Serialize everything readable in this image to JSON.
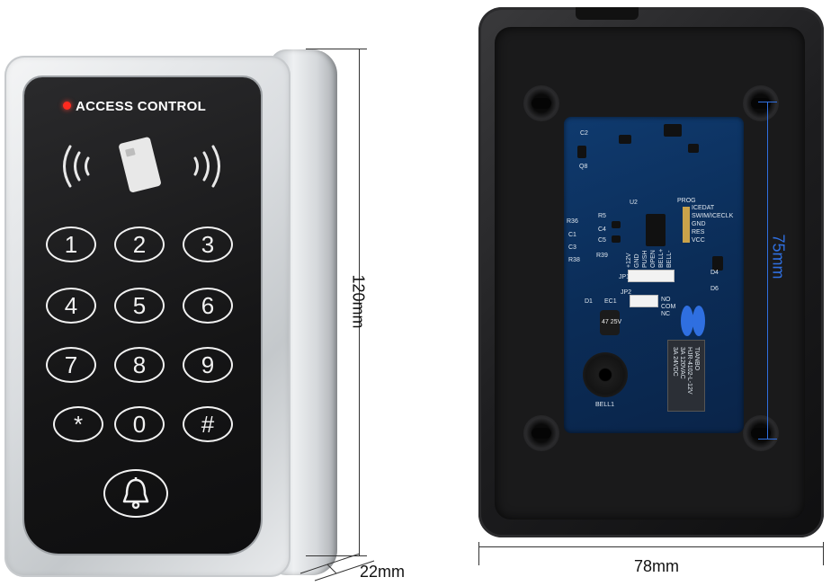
{
  "front": {
    "brand_label": "ACCESS CONTROL",
    "keys": [
      "1",
      "2",
      "3",
      "4",
      "5",
      "6",
      "7",
      "8",
      "9",
      "*",
      "0",
      "#"
    ],
    "bell_icon": "bell-icon",
    "rfid_icon": "rfid-card-icon"
  },
  "dimensions": {
    "height_label": "120mm",
    "depth_label": "22mm",
    "width_label": "78mm",
    "screw_span_label": "75mm"
  },
  "pcb": {
    "relay_brand": "TIANBO",
    "relay_model": "HJR-4102-L-12V",
    "relay_rating_1": "3A 120VAC",
    "relay_rating_2": "3A 24VDC",
    "prog_header": "PROG",
    "prog_pins": [
      "ICEDAT",
      "SWIM/ICECLK",
      "GND",
      "RES",
      "VCC"
    ],
    "terminal_pins": [
      "+12V",
      "GND",
      "PUSH",
      "OPEN",
      "BELL+",
      "BELL-"
    ],
    "relay_pins": [
      "NO",
      "COM",
      "NC"
    ],
    "buzzer_label": "BELL1",
    "cap_label": "47 25V",
    "refs": [
      "U2",
      "JP1",
      "JP2",
      "EC1",
      "D1",
      "R36",
      "R5",
      "C4",
      "C5",
      "R39",
      "C3",
      "R38",
      "C1",
      "C2",
      "D4",
      "D6",
      "Q8"
    ]
  },
  "colors": {
    "led": "#ff2a1f",
    "dimension_accent": "#2f6fe0",
    "pcb": "#0b2d58"
  }
}
